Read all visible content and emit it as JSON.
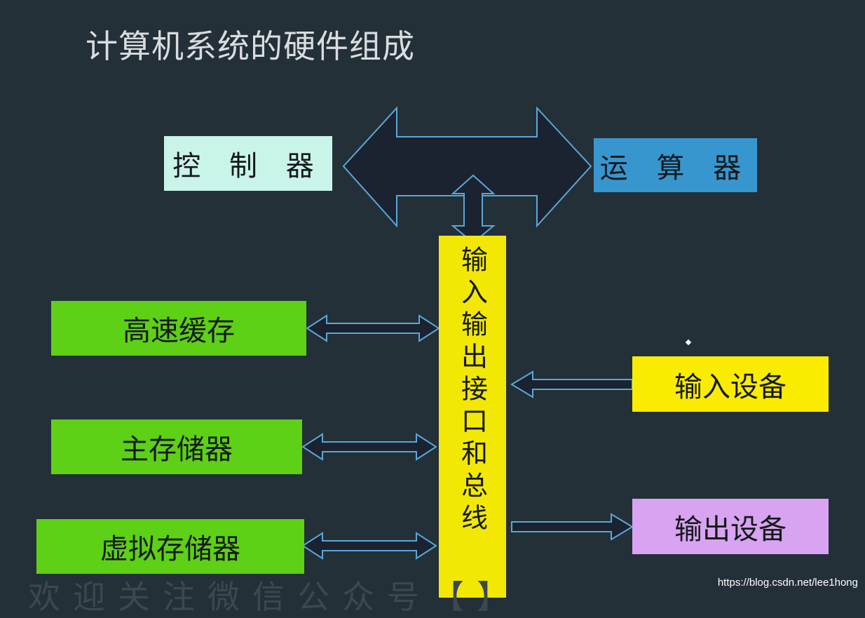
{
  "title": "计算机系统的硬件组成",
  "boxes": {
    "controller": "控 制 器",
    "alu": "运 算 器",
    "cache": "高速缓存",
    "main_memory": "主存储器",
    "virtual_memory": "虚拟存储器",
    "input_device": "输入设备",
    "output_device": "输出设备",
    "io_bus": "输入输出接口和总线"
  },
  "watermark": {
    "text": "欢迎关注微信公众号【】",
    "url": "https://blog.csdn.net/lee1hong"
  },
  "colors": {
    "background": "#243038",
    "controller": "#c9f4ea",
    "alu": "#3896cf",
    "memory": "#5ed015",
    "bus": "#f2e804",
    "input_device": "#f9ec00",
    "output_device": "#d8a3f0",
    "arrow_fill": "#1b2330",
    "arrow_stroke": "#5aa7d8"
  }
}
